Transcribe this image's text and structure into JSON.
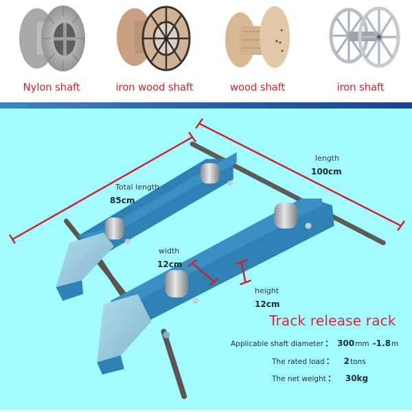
{
  "reels": [
    {
      "label": "Nylon shaft",
      "type": "nylon"
    },
    {
      "label": "iron wood shaft",
      "type": "iron-wood"
    },
    {
      "label": "wood shaft",
      "type": "wood"
    },
    {
      "label": "iron shaft",
      "type": "iron"
    }
  ],
  "dimensions": {
    "total_length": {
      "label": "Total length",
      "value": "85cm"
    },
    "length": {
      "label": "length",
      "value": "100cm"
    },
    "width": {
      "label": "width",
      "value": "12cm"
    },
    "height": {
      "label": "height",
      "value": "12cm"
    }
  },
  "product": {
    "title": "Track release rack",
    "specs": [
      {
        "label": "Applicable shaft diameter",
        "colon": "：",
        "value1": "300",
        "unit1": "mm",
        "value2": "-1.8",
        "unit2": "m"
      },
      {
        "label": "The rated load",
        "colon": "：",
        "value1": "2",
        "unit1": "tons"
      },
      {
        "label": "The net weight",
        "colon": "：",
        "value1": "30kg"
      }
    ]
  },
  "colors": {
    "label_red": "#c8283a",
    "title_red": "#d92a3a",
    "background": "#a3fbfd",
    "band_blue": "#2a62b0",
    "rack_blue": "#2f80b4",
    "dimension_line": "#cc2230"
  }
}
